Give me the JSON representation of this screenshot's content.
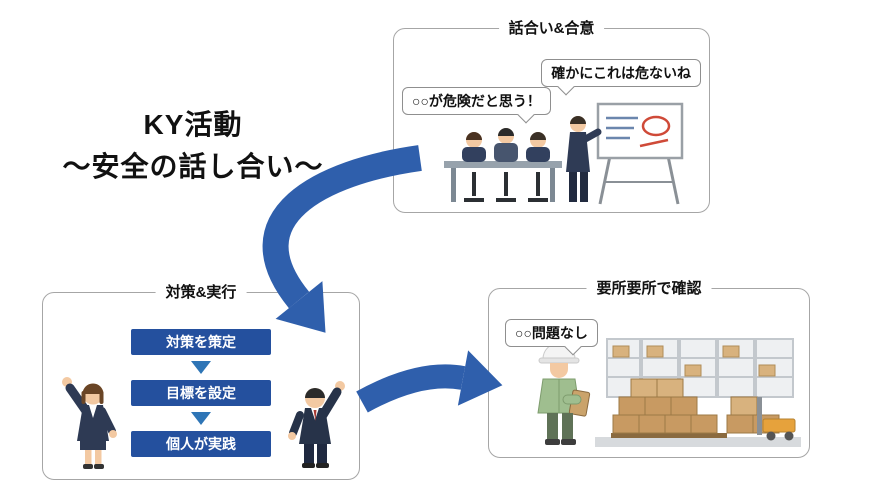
{
  "title": {
    "line1": "KY活動",
    "line2": "〜安全の話し合い〜"
  },
  "boxes": {
    "discussion": {
      "label": "話合い&合意",
      "bubble_claim": "○○が危険だと思う！",
      "bubble_agree": "確かにこれは危ないね"
    },
    "action": {
      "label": "対策&実行",
      "steps": [
        "対策を策定",
        "目標を設定",
        "個人が実践"
      ]
    },
    "check": {
      "label": "要所要所で確認",
      "bubble_ok": "○○問題なし"
    }
  },
  "icons": {
    "meeting": "meeting-illustration",
    "whiteboard": "whiteboard-icon",
    "cheering_left": "cheering-woman-illustration",
    "cheering_right": "cheering-man-illustration",
    "worker": "site-worker-illustration",
    "warehouse": "warehouse-scene-illustration",
    "flow_arrow_1": "arrow-discussion-to-action",
    "flow_arrow_2": "arrow-action-to-check"
  },
  "colors": {
    "arrow_blue": "#2f5fac",
    "step_button_blue": "#24509e",
    "step_arrow_blue": "#2e75b6",
    "box_border_gray": "#a6a6a6"
  }
}
